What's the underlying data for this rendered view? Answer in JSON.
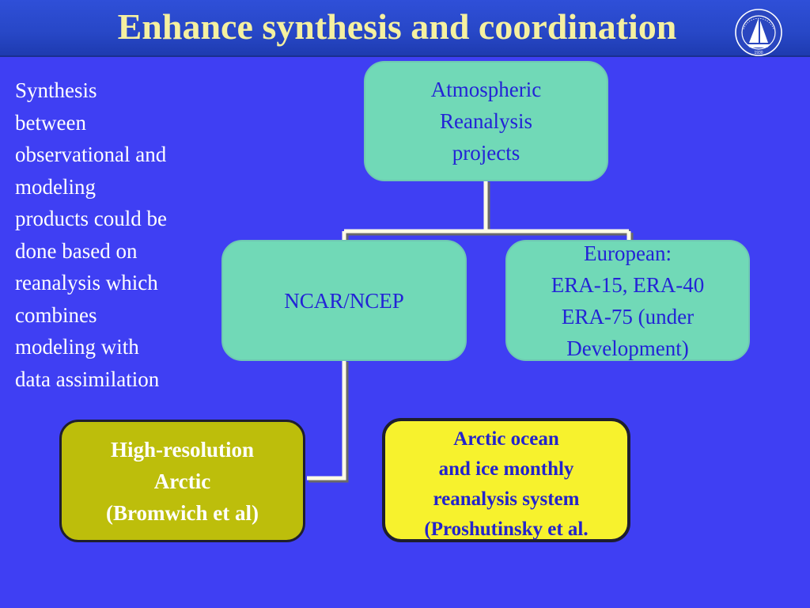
{
  "header": {
    "title": "Enhance synthesis and coordination"
  },
  "logo": {
    "icon": "sailboat-seal-logo",
    "ring_text": "WOODS HOLE OCEANOGRAPHIC INSTITUTION",
    "year": "1930"
  },
  "side_text": {
    "lines": [
      "Synthesis",
      "between",
      "observational and",
      "modeling",
      "products could be",
      "done based on",
      "reanalysis which",
      "combines",
      "modeling with",
      "data assimilation"
    ]
  },
  "diagram": {
    "root": {
      "lines": [
        "Atmospheric",
        "Reanalysis",
        "projects"
      ]
    },
    "ncar": {
      "lines": [
        "NCAR/NCEP"
      ]
    },
    "european": {
      "lines": [
        "European:",
        "ERA-15, ERA-40",
        "ERA-75 (under",
        "Development)"
      ]
    },
    "hi_res": {
      "lines": [
        "High-resolution",
        "Arctic",
        "(Bromwich et al)"
      ]
    },
    "ocean": {
      "lines": [
        "Arctic ocean",
        "and ice monthly",
        "reanalysis system",
        "(Proshutinsky et al."
      ]
    }
  },
  "colors": {
    "background": "#3f3ff3",
    "title_text": "#f5f0a0",
    "teal_box": "#71d9b7",
    "teal_text": "#2323d6",
    "olive_box": "#bdbe0b",
    "yellow_box": "#f7f22d",
    "connector": "#fdfbe6"
  }
}
